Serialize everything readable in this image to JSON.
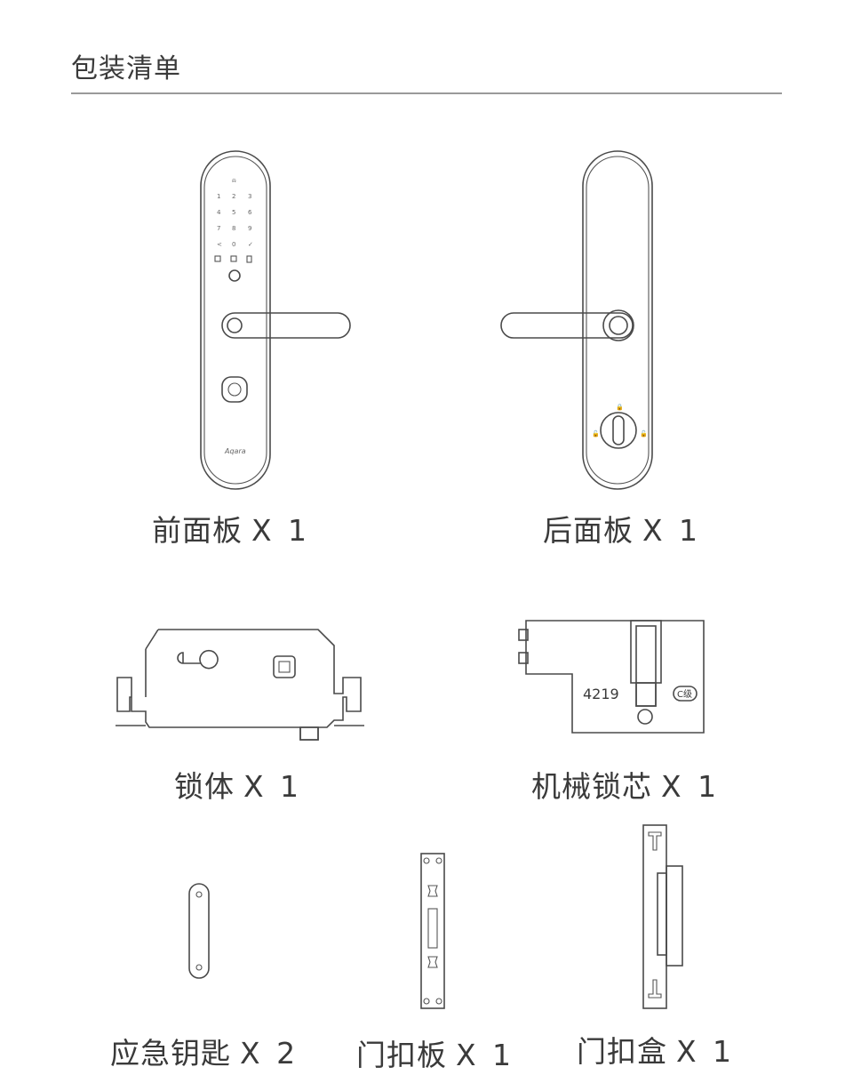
{
  "header": {
    "title": "包装清单"
  },
  "keypad": {
    "rows": [
      [
        "1",
        "2",
        "3"
      ],
      [
        "4",
        "5",
        "6"
      ],
      [
        "7",
        "8",
        "9"
      ],
      [
        "<",
        "0",
        "✓"
      ]
    ]
  },
  "brand": "Aqara",
  "cylinder": {
    "code": "4219",
    "grade": "C级"
  },
  "items": [
    {
      "name": "前面板",
      "qty": "X 1"
    },
    {
      "name": "后面板",
      "qty": "X 1"
    },
    {
      "name": "锁体",
      "qty": "X 1"
    },
    {
      "name": "机械锁芯",
      "qty": "X 1"
    },
    {
      "name": "应急钥匙",
      "qty": "X 2"
    },
    {
      "name": "门扣板",
      "qty": "X 1"
    },
    {
      "name": "门扣盒",
      "qty": "X 1"
    }
  ]
}
